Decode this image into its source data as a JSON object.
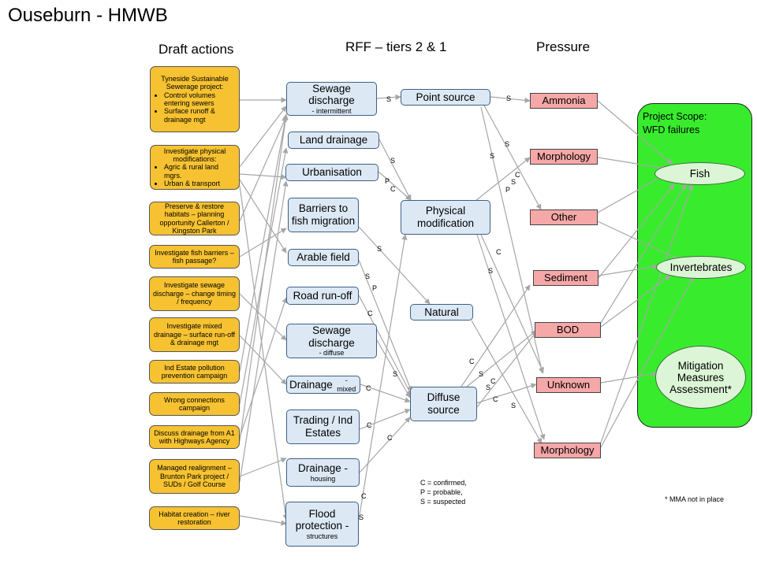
{
  "title": "Ouseburn - HMWB",
  "column_headers": {
    "actions": "Draft actions",
    "rff": "RFF – tiers 2 & 1",
    "pressure": "Pressure"
  },
  "actions": [
    {
      "title": "Tyneside Sustainable Sewerage project:",
      "bullets": [
        "Control volumes entering sewers",
        "Surface runoff & drainage mgt"
      ]
    },
    {
      "title": "Investigate physical modifications:",
      "bullets": [
        "Agric & rural land mgrs.",
        "Urban & transport"
      ]
    },
    {
      "title": "Preserve & restore habitats – planning opportunity Callerton / Kingston Park",
      "bullets": []
    },
    {
      "title": "Investigate fish barriers – fish passage?",
      "bullets": []
    },
    {
      "title": "Investigate sewage discharge – change timing / frequency",
      "bullets": []
    },
    {
      "title": "Investigate mixed drainage – surface run-off & drainage mgt",
      "bullets": []
    },
    {
      "title": "Ind Estate pollution prevention campaign",
      "bullets": []
    },
    {
      "title": "Wrong connections campaign",
      "bullets": []
    },
    {
      "title": "Discuss drainage from A1 with Highways Agency",
      "bullets": []
    },
    {
      "title": "Managed realignment – Brunton Park project / SUDs / Golf Course",
      "bullets": []
    },
    {
      "title": "Habitat creation – river restoration",
      "bullets": []
    }
  ],
  "rff_tier2": [
    {
      "label": "Sewage discharge",
      "sub": "- intermittent"
    },
    {
      "label": "Land drainage",
      "sub": ""
    },
    {
      "label": "Urbanisation",
      "sub": ""
    },
    {
      "label": "Barriers to fish migration",
      "sub": ""
    },
    {
      "label": "Arable field",
      "sub": ""
    },
    {
      "label": "Road run-off",
      "sub": ""
    },
    {
      "label": "Sewage discharge",
      "sub": "- diffuse"
    },
    {
      "label": "Drainage",
      "sub": "- mixed"
    },
    {
      "label": "Trading / Ind Estates",
      "sub": ""
    },
    {
      "label": "Drainage -",
      "sub": "housing"
    },
    {
      "label": "Flood protection -",
      "sub": "structures"
    }
  ],
  "rff_tier1": [
    {
      "label": "Point source"
    },
    {
      "label": "Physical modification"
    },
    {
      "label": "Natural"
    },
    {
      "label": "Diffuse source"
    }
  ],
  "pressures": [
    {
      "label": "Ammonia"
    },
    {
      "label": "Morphology"
    },
    {
      "label": "Other"
    },
    {
      "label": "Sediment"
    },
    {
      "label": "BOD"
    },
    {
      "label": "Unknown"
    },
    {
      "label": "Morphology"
    }
  ],
  "scope": {
    "label_line1": "Project Scope:",
    "label_line2": "WFD failures",
    "targets": [
      "Fish",
      "Invertebrates",
      "Mitigation Measures Assessment*"
    ]
  },
  "edge_labels": [
    {
      "text": "S"
    },
    {
      "text": "S"
    },
    {
      "text": "S"
    },
    {
      "text": "S"
    },
    {
      "text": "S"
    },
    {
      "text": "C"
    },
    {
      "text": "S"
    },
    {
      "text": "P"
    },
    {
      "text": "S"
    },
    {
      "text": "P"
    },
    {
      "text": "C"
    },
    {
      "text": "C"
    },
    {
      "text": "S"
    },
    {
      "text": "S"
    },
    {
      "text": "S"
    },
    {
      "text": "P"
    },
    {
      "text": "C"
    },
    {
      "text": "S"
    },
    {
      "text": "C"
    },
    {
      "text": "C"
    },
    {
      "text": "C"
    },
    {
      "text": "C"
    },
    {
      "text": "C"
    },
    {
      "text": "S"
    },
    {
      "text": "C"
    },
    {
      "text": "S"
    },
    {
      "text": "C"
    },
    {
      "text": "S"
    }
  ],
  "legend": {
    "line1": "C = confirmed,",
    "line2": "P = probable,",
    "line3": "S = suspected"
  },
  "footnote": "* MMA not in place",
  "colors": {
    "action_fill": "#f6c231",
    "rff_fill": "#dce9f5",
    "rff_border": "#3d5f86",
    "pressure_fill": "#f6a7a7",
    "scope_fill": "#38ec2d",
    "target_fill": "#dcf5d6",
    "connector": "#a6a6a6"
  }
}
